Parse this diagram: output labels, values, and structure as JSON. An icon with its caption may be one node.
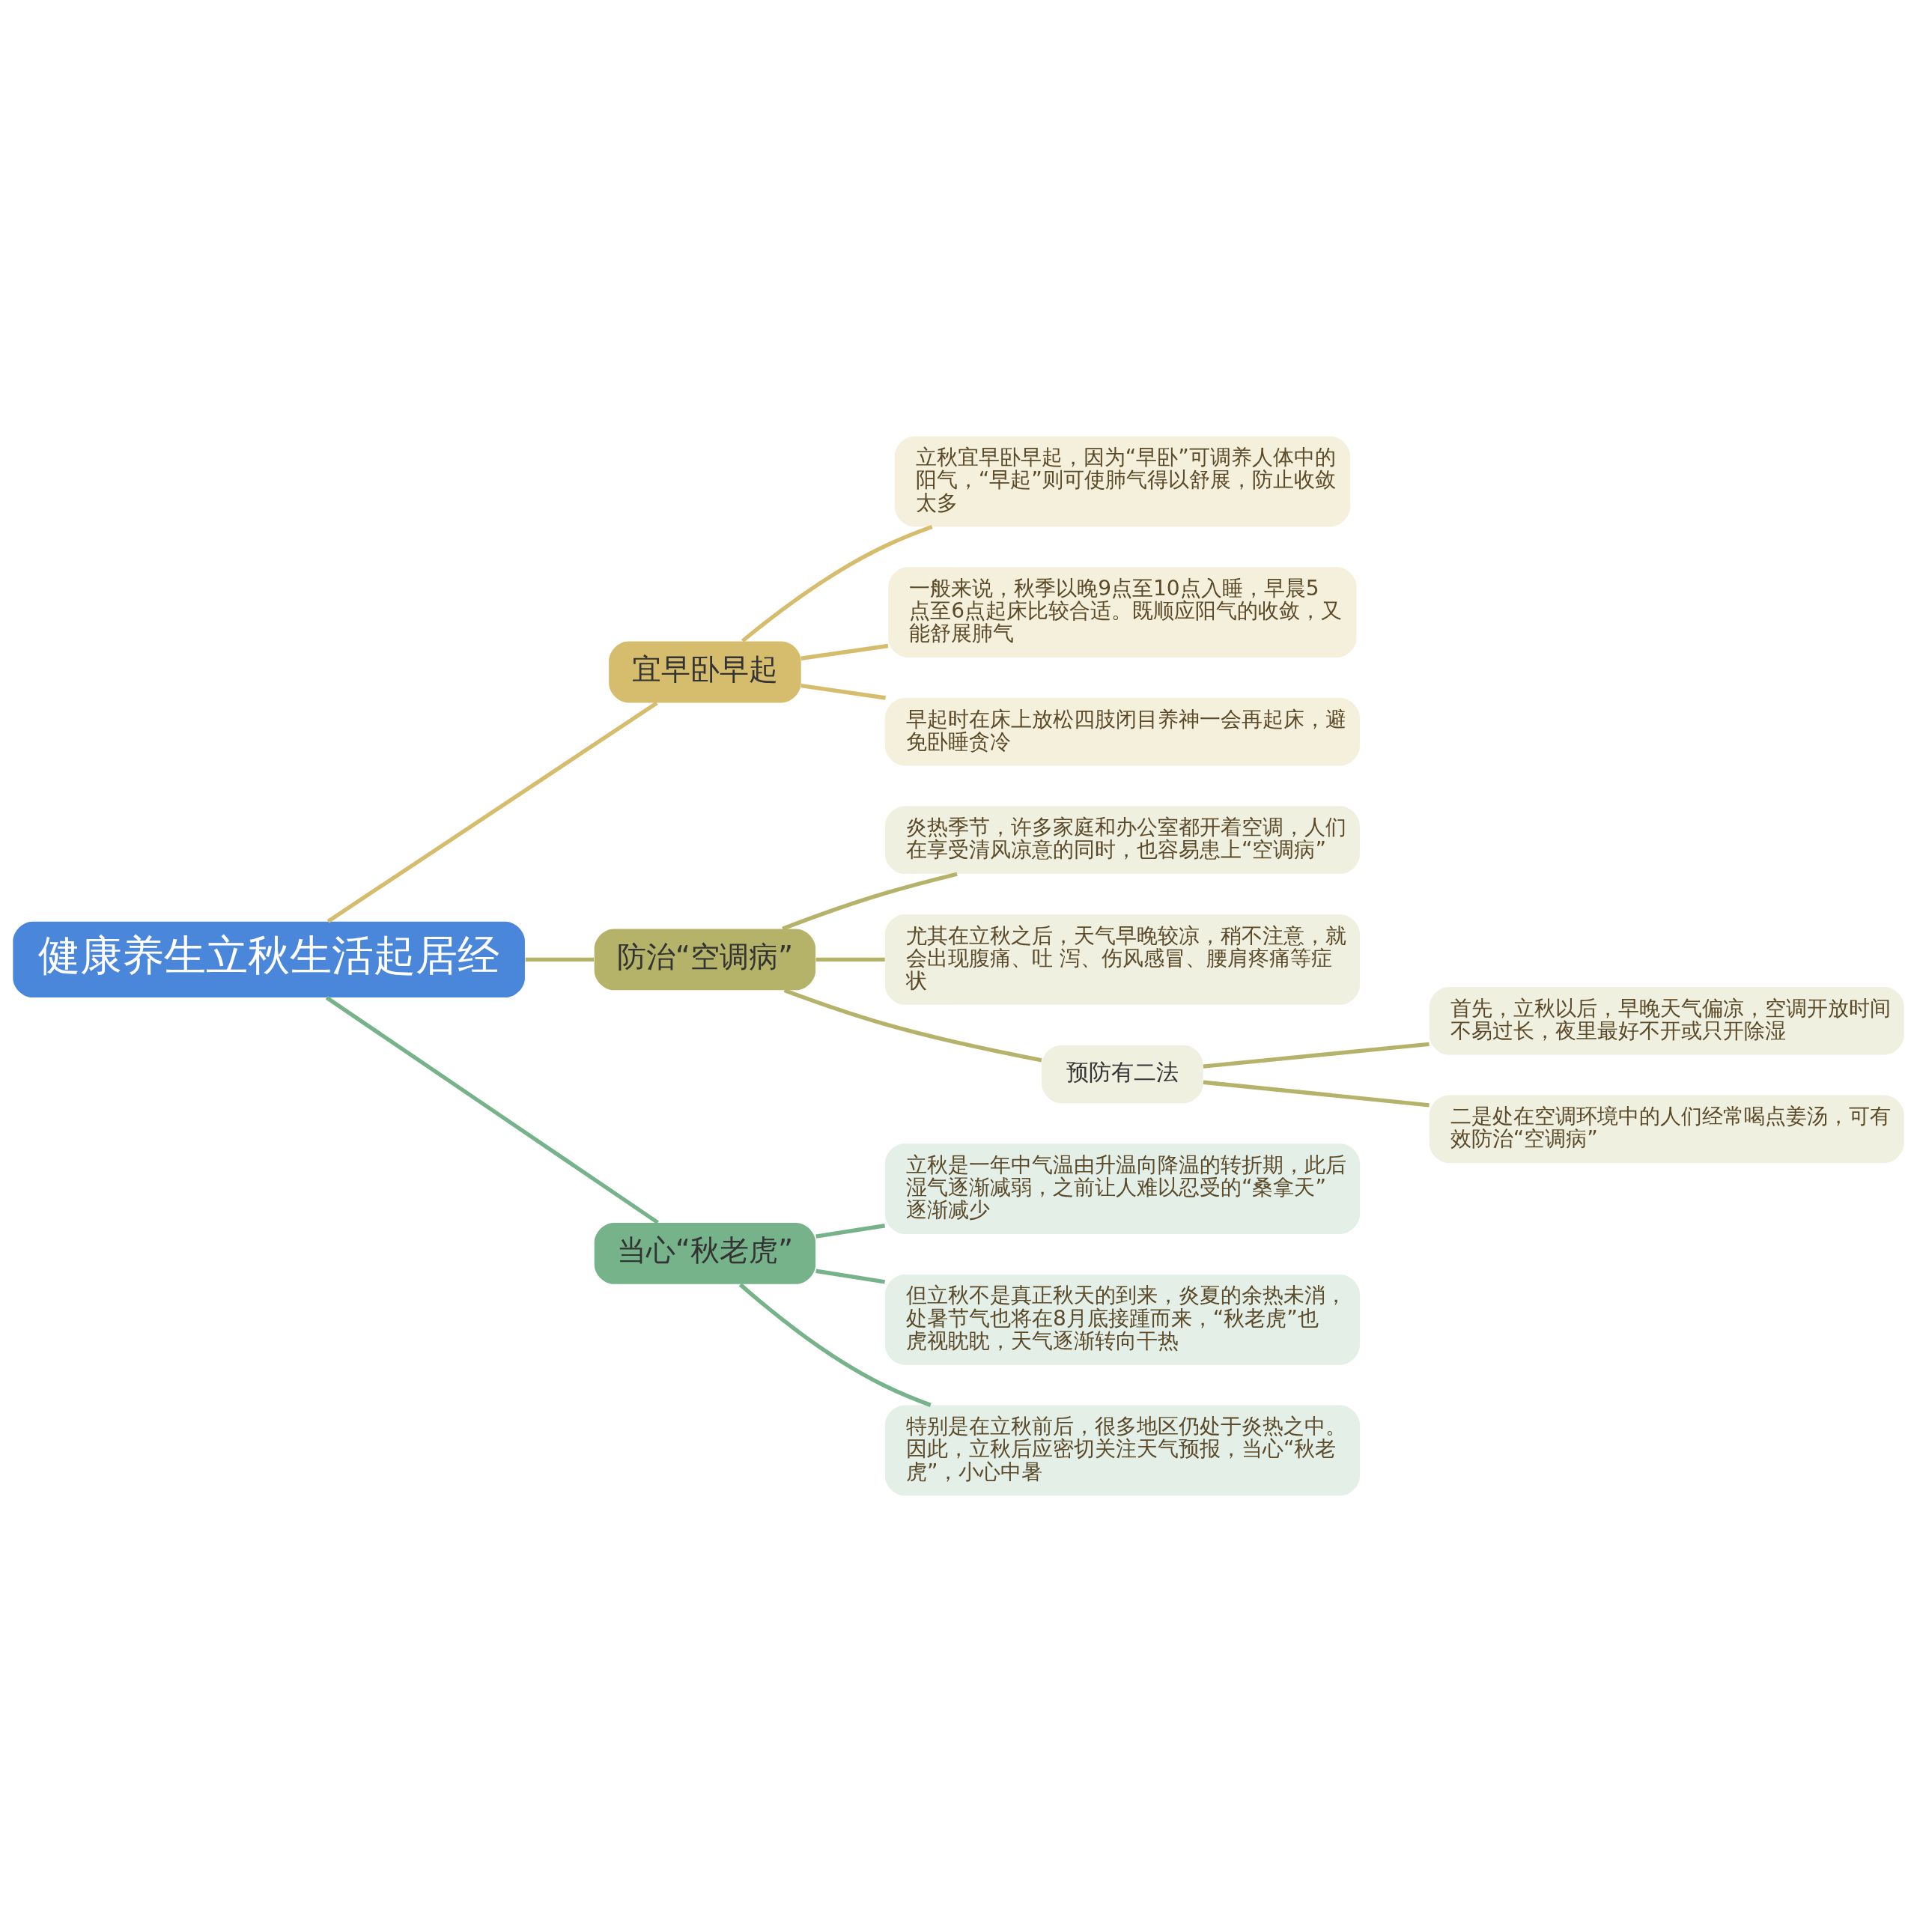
{
  "diagram": {
    "nodes": [
      {
        "text": [
          "健康养生立秋生活起居经"
        ]
      },
      {
        "text": [
          "宜早卧早起"
        ]
      },
      {
        "text": [
          "立秋宜早卧早起，因为“早卧”可调养人体中的阳气，“早起”则可使肺气得以舒展，防止收敛太多"
        ]
      },
      {
        "text": [
          "一般来说，秋季以晚9点至10点入睡，早晨5点至6点起床比较合适。既顺应阳气的收敛，又能舒展肺气"
        ]
      },
      {
        "text": [
          "早起时在床上放松四肢闭目养神一会再起床，避免卧睡贪冷"
        ]
      },
      {
        "text": [
          "防治“空调病”"
        ]
      },
      {
        "text": [
          "炎热季节，许多家庭和办公室都开着空调，人们在享受清风凉意的同时，也容易患上“空调病”"
        ]
      },
      {
        "text": [
          "尤其在立秋之后，天气早晚较凉，稍不注意，就会出现腹痛、吐 泻、伤风感冒、腰肩疼痛等症状"
        ]
      },
      {
        "text": [
          "预防有二法"
        ]
      },
      {
        "text": [
          "首先，立秋以后，早晚天气偏凉，空调开放时间不易过长，夜里最好不开或只开除湿"
        ]
      },
      {
        "text": [
          "二是处在空调环境中的人们经常喝点姜汤，可有效防治“空调病”"
        ]
      },
      {
        "text": [
          "当心“秋老虎”"
        ]
      },
      {
        "text": [
          "立秋是一年中气温由升温向降温的转折期，此后湿气逐渐减弱，之前让人难以忍受的“桑拿天”逐渐减少"
        ]
      },
      {
        "text": [
          "但立秋不是真正秋天的到来，炎夏的余热未消，处暑节气也将在8月底接踵而来，“秋老虎”也虎视眈眈，天气逐渐转向干热"
        ]
      },
      {
        "text": [
          "特别是在立秋前后，很多地区仍处于炎热之中。因此，立秋后应密切关注天气预报，当心“秋老虎”，小心中暑"
        ]
      }
    ],
    "edges": [
      {
        "from": 0,
        "to": 1,
        "arrow": "none",
        "color": "#d6bd6e"
      },
      {
        "from": 1,
        "to": 2,
        "arrow": "none",
        "color": "#d6bd6e"
      },
      {
        "from": 1,
        "to": 3,
        "arrow": "none",
        "color": "#d6bd6e"
      },
      {
        "from": 1,
        "to": 4,
        "arrow": "none",
        "color": "#d6bd6e"
      },
      {
        "from": 0,
        "to": 5,
        "arrow": "none"
      },
      {
        "from": 5,
        "to": 6,
        "arrow": "none"
      },
      {
        "from": 5,
        "to": 7,
        "arrow": "none"
      },
      {
        "from": 5,
        "to": 8,
        "arrow": "none"
      },
      {
        "from": 8,
        "to": 9,
        "arrow": "none"
      },
      {
        "from": 8,
        "to": 10,
        "arrow": "none"
      },
      {
        "from": 0,
        "to": 11,
        "arrow": "none",
        "color": "#76b38a"
      },
      {
        "from": 11,
        "to": 12,
        "arrow": "none",
        "color": "#76b38a"
      },
      {
        "from": 11,
        "to": 13,
        "arrow": "none",
        "color": "#76b38a"
      },
      {
        "from": 11,
        "to": 14,
        "arrow": "none",
        "color": "#76b38a"
      }
    ]
  }
}
